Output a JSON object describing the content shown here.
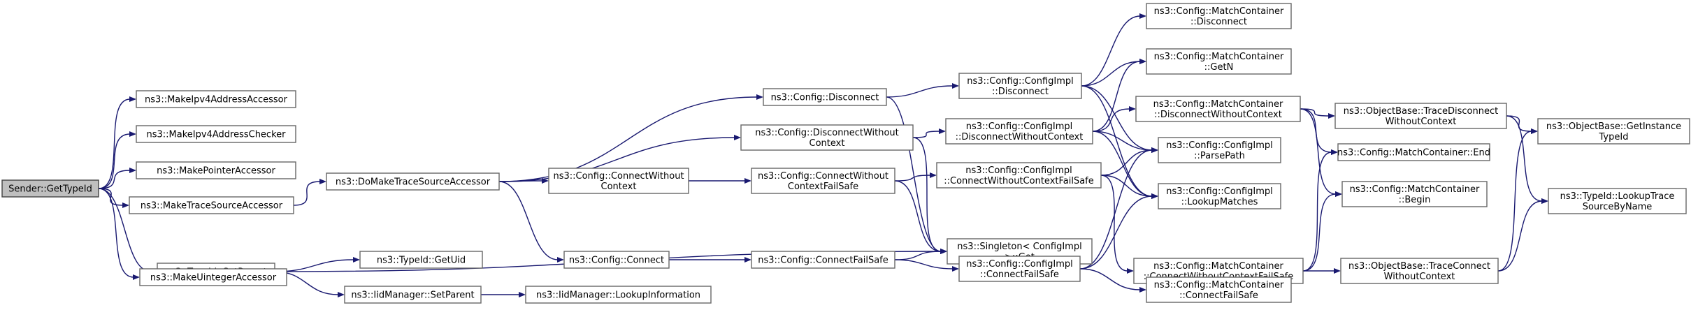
{
  "colors": {
    "edge": "#191970",
    "node_border": "#666666",
    "root_fill": "#bfbfbf",
    "background": "#ffffff"
  },
  "nodes": [
    {
      "id": "n0",
      "lines": [
        "Sender::GetTypeId"
      ],
      "root": true
    },
    {
      "id": "n1",
      "lines": [
        "ns3::MakeIpv4AddressAccessor"
      ]
    },
    {
      "id": "n2",
      "lines": [
        "ns3::MakeIpv4AddressChecker"
      ]
    },
    {
      "id": "n3",
      "lines": [
        "ns3::MakePointerAccessor"
      ]
    },
    {
      "id": "n4",
      "lines": [
        "ns3::MakeTraceSourceAccessor"
      ]
    },
    {
      "id": "n5",
      "lines": [
        "ns3::TypeId::SetParent"
      ]
    },
    {
      "id": "n6",
      "lines": [
        "ns3::MakeUintegerAccessor"
      ]
    },
    {
      "id": "n7",
      "lines": [
        "ns3::DoMakeTraceSourceAccessor"
      ]
    },
    {
      "id": "n8",
      "lines": [
        "ns3::Config::Disconnect"
      ]
    },
    {
      "id": "n9",
      "lines": [
        "ns3::Config::DisconnectWithout",
        "Context"
      ]
    },
    {
      "id": "n10",
      "lines": [
        "ns3::Config::ConnectWithout",
        "Context"
      ]
    },
    {
      "id": "n11",
      "lines": [
        "ns3::Config::Connect"
      ]
    },
    {
      "id": "n12",
      "lines": [
        "ns3::TypeId::GetUid"
      ]
    },
    {
      "id": "n13",
      "lines": [
        "ns3::IidManager::SetParent"
      ]
    },
    {
      "id": "n14",
      "lines": [
        "ns3::IidManager::LookupInformation"
      ]
    },
    {
      "id": "n15",
      "lines": [
        "ns3::Config::ConnectWithout",
        "ContextFailSafe"
      ]
    },
    {
      "id": "n16",
      "lines": [
        "ns3::Config::ConnectFailSafe"
      ]
    },
    {
      "id": "n17",
      "lines": [
        "ns3::Config::ConfigImpl",
        "::Disconnect"
      ]
    },
    {
      "id": "n18",
      "lines": [
        "ns3::Config::ConfigImpl",
        "::DisconnectWithoutContext"
      ]
    },
    {
      "id": "n19",
      "lines": [
        "ns3::Config::ConfigImpl",
        "::ConnectWithoutContextFailSafe"
      ]
    },
    {
      "id": "n20",
      "lines": [
        "ns3::Singleton< ConfigImpl",
        " >::Get"
      ]
    },
    {
      "id": "n21",
      "lines": [
        "ns3::Config::ConfigImpl",
        "::ConnectFailSafe"
      ]
    },
    {
      "id": "n22",
      "lines": [
        "ns3::Config::MatchContainer",
        "::Disconnect"
      ]
    },
    {
      "id": "n23",
      "lines": [
        "ns3::Config::MatchContainer",
        "::GetN"
      ]
    },
    {
      "id": "n24",
      "lines": [
        "ns3::Config::MatchContainer",
        "::DisconnectWithoutContext"
      ]
    },
    {
      "id": "n25",
      "lines": [
        "ns3::Config::ConfigImpl",
        "::ParsePath"
      ]
    },
    {
      "id": "n26",
      "lines": [
        "ns3::Config::ConfigImpl",
        "::LookupMatches"
      ]
    },
    {
      "id": "n27",
      "lines": [
        "ns3::Config::MatchContainer",
        "::ConnectWithoutContextFailSafe"
      ]
    },
    {
      "id": "n28",
      "lines": [
        "ns3::Config::MatchContainer",
        "::ConnectFailSafe"
      ]
    },
    {
      "id": "n29",
      "lines": [
        "ns3::ObjectBase::TraceDisconnect",
        "WithoutContext"
      ]
    },
    {
      "id": "n30",
      "lines": [
        "ns3::Config::MatchContainer::End"
      ]
    },
    {
      "id": "n31",
      "lines": [
        "ns3::Config::MatchContainer",
        "::Begin"
      ]
    },
    {
      "id": "n32",
      "lines": [
        "ns3::ObjectBase::TraceConnect",
        "WithoutContext"
      ]
    },
    {
      "id": "n33",
      "lines": [
        "ns3::ObjectBase::GetInstance",
        "TypeId"
      ]
    },
    {
      "id": "n34",
      "lines": [
        "ns3::TypeId::LookupTrace",
        "SourceByName"
      ]
    }
  ],
  "edges": [
    [
      "n0",
      "n1"
    ],
    [
      "n0",
      "n2"
    ],
    [
      "n0",
      "n3"
    ],
    [
      "n0",
      "n4"
    ],
    [
      "n0",
      "n5"
    ],
    [
      "n0",
      "n6"
    ],
    [
      "n4",
      "n7"
    ],
    [
      "n7",
      "n8"
    ],
    [
      "n7",
      "n9"
    ],
    [
      "n7",
      "n10"
    ],
    [
      "n7",
      "n11"
    ],
    [
      "n5",
      "n20"
    ],
    [
      "n5",
      "n12"
    ],
    [
      "n5",
      "n13"
    ],
    [
      "n13",
      "n14"
    ],
    [
      "n8",
      "n17"
    ],
    [
      "n8",
      "n20"
    ],
    [
      "n9",
      "n18"
    ],
    [
      "n9",
      "n20"
    ],
    [
      "n10",
      "n15"
    ],
    [
      "n11",
      "n16"
    ],
    [
      "n15",
      "n19"
    ],
    [
      "n15",
      "n20"
    ],
    [
      "n16",
      "n20"
    ],
    [
      "n16",
      "n21"
    ],
    [
      "n17",
      "n22"
    ],
    [
      "n17",
      "n23"
    ],
    [
      "n17",
      "n25"
    ],
    [
      "n17",
      "n26"
    ],
    [
      "n18",
      "n24"
    ],
    [
      "n18",
      "n23"
    ],
    [
      "n18",
      "n25"
    ],
    [
      "n18",
      "n26"
    ],
    [
      "n19",
      "n25"
    ],
    [
      "n19",
      "n26"
    ],
    [
      "n19",
      "n27"
    ],
    [
      "n21",
      "n25"
    ],
    [
      "n21",
      "n26"
    ],
    [
      "n21",
      "n28"
    ],
    [
      "n24",
      "n29"
    ],
    [
      "n24",
      "n30"
    ],
    [
      "n24",
      "n31"
    ],
    [
      "n27",
      "n30"
    ],
    [
      "n27",
      "n31"
    ],
    [
      "n27",
      "n32"
    ],
    [
      "n29",
      "n33"
    ],
    [
      "n29",
      "n34"
    ],
    [
      "n32",
      "n33"
    ],
    [
      "n32",
      "n34"
    ]
  ]
}
